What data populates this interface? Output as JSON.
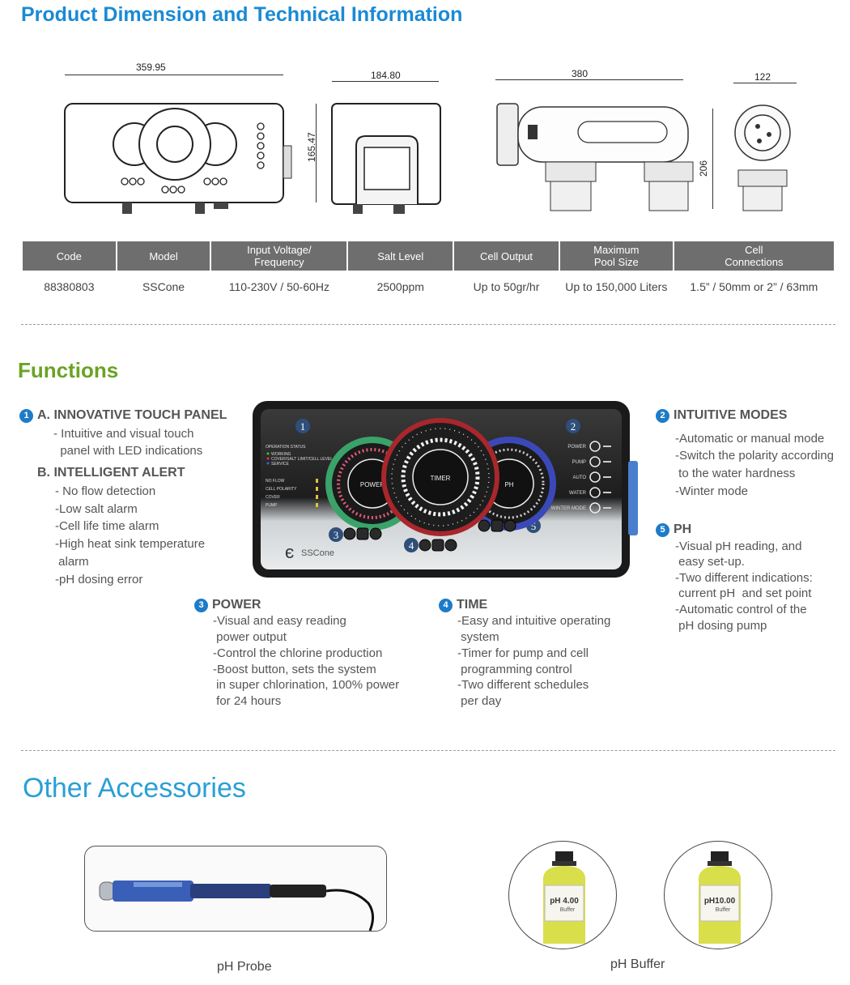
{
  "headings": {
    "product": "Product Dimension and Technical Information",
    "functions": "Functions",
    "accessories": "Other Accessories"
  },
  "dimensions": {
    "front_width": "359.95",
    "front_height": "165.47",
    "side_width": "184.80",
    "cell_length": "380",
    "cell_height": "206",
    "cell_end_width": "122"
  },
  "spec_table": {
    "headers": [
      "Code",
      "Model",
      "Input Voltage/\nFrequency",
      "Salt Level",
      "Cell Output",
      "Maximum\nPool Size",
      "Cell\nConnections"
    ],
    "row": [
      "88380803",
      "SSCone",
      "110-230V / 50-60Hz",
      "2500ppm",
      "Up to 50gr/hr",
      "Up to 150,000 Liters",
      "1.5” / 50mm  or 2” / 63mm"
    ]
  },
  "features": {
    "f1": {
      "num": "1",
      "title_a": "A. INNOVATIVE TOUCH PANEL",
      "lines_a": [
        "- Intuitive and visual touch",
        "  panel with LED indications"
      ],
      "title_b": "B.  INTELLIGENT ALERT",
      "lines_b": [
        "- No flow detection",
        "-Low salt alarm",
        "-Cell life time alarm",
        "-High heat sink temperature",
        " alarm",
        "-pH dosing error"
      ]
    },
    "f2": {
      "num": "2",
      "title": "INTUITIVE MODES",
      "lines": [
        "-Automatic or manual mode",
        "-Switch the polarity according",
        " to the water hardness",
        "-Winter mode"
      ]
    },
    "f3": {
      "num": "3",
      "title": "POWER",
      "lines": [
        "-Visual and easy reading",
        " power output",
        "-Control the chlorine production",
        "-Boost button, sets the system",
        " in super chlorination, 100% power",
        " for 24 hours"
      ]
    },
    "f4": {
      "num": "4",
      "title": "TIME",
      "lines": [
        "-Easy and intuitive operating",
        " system",
        "-Timer for pump and cell",
        " programming control",
        "-Two different schedules",
        " per day"
      ]
    },
    "f5": {
      "num": "5",
      "title": "PH",
      "lines": [
        "-Visual pH reading, and",
        " easy set-up.",
        "-Two different indications:",
        " current pH  and set point",
        "-Automatic control of the",
        " pH dosing pump"
      ]
    }
  },
  "panel": {
    "status_title": "OPERATION STATUS",
    "status_items": [
      "WORKING",
      "COVER/SALT LIMIT/CELL LEVEL",
      "SERVICE"
    ],
    "alerts": [
      "NO FLOW",
      "CELL POLARITY",
      "COVER",
      "PUMP"
    ],
    "dial_left": "POWER",
    "dial_center": "TIMER",
    "dial_right": "PH",
    "modes": [
      "POWER",
      "PUMP",
      "AUTO",
      "WATER",
      "WINTER MODE"
    ],
    "brand": "SSCone",
    "markers": [
      "1",
      "2",
      "3",
      "4",
      "5"
    ],
    "colors": {
      "power_ring": "#3aa36a",
      "timer_ring": "#c0392b",
      "ph_ring": "#3b49b8"
    }
  },
  "accessories": {
    "probe_caption": "pH Probe",
    "buffer_caption": "pH Buffer",
    "bottle_left_label": "pH 4.00",
    "bottle_right_label": "pH10.00",
    "bottle_sub": "Buffer"
  }
}
